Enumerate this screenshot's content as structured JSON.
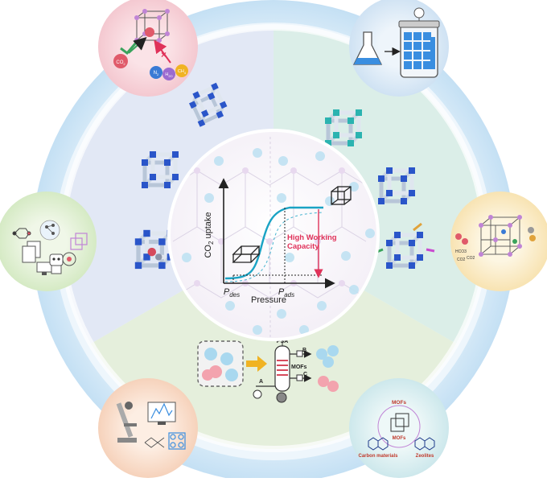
{
  "center": {
    "ylabel": "CO2 uptake",
    "ylabel_main": "CO",
    "ylabel_sub": "2",
    "ylabel_rest": " uptake",
    "xlabel": "Pressure",
    "p_des_main": "P",
    "p_des_sub": "des",
    "p_ads_main": "P",
    "p_ads_sub": "ads",
    "capacity_line1": "High Working",
    "capacity_line2": "Capacity"
  },
  "separation_diagram": {
    "psa": "PSA",
    "b": "B",
    "a": "A",
    "mofs": "MOFs",
    "c": "C"
  },
  "top_left_circle": {
    "co2": "CO",
    "co2_sub": "2",
    "n2": "N",
    "n2_sub": "2",
    "h2o": "H",
    "h2o_sub": "2O",
    "ch4": "CH",
    "ch4_sub": "4"
  },
  "right_circle": {
    "label1": "HCO3",
    "label2": "CO2",
    "label3": "CO2"
  },
  "bottom_right_circle": {
    "mofs_top": "MOFs",
    "mofs_center": "MOFs",
    "carbon": "Carbon materials",
    "zeolites": "Zeolites"
  },
  "colors": {
    "ring_outer": "#cfe6f6",
    "ring_inner": "#e6f2fb",
    "sector_left": "#e3e9f5",
    "sector_right": "#dcefe9",
    "sector_bottom": "#e6efdc",
    "curve": "#1aa3c4",
    "capacity": "#e0325a",
    "mof_blue": "#2a55c9"
  },
  "icons": [
    "flask-icon",
    "sorbent-jar-icon",
    "microscope-icon",
    "monitor-icon",
    "computer-icon",
    "robot-icon"
  ]
}
